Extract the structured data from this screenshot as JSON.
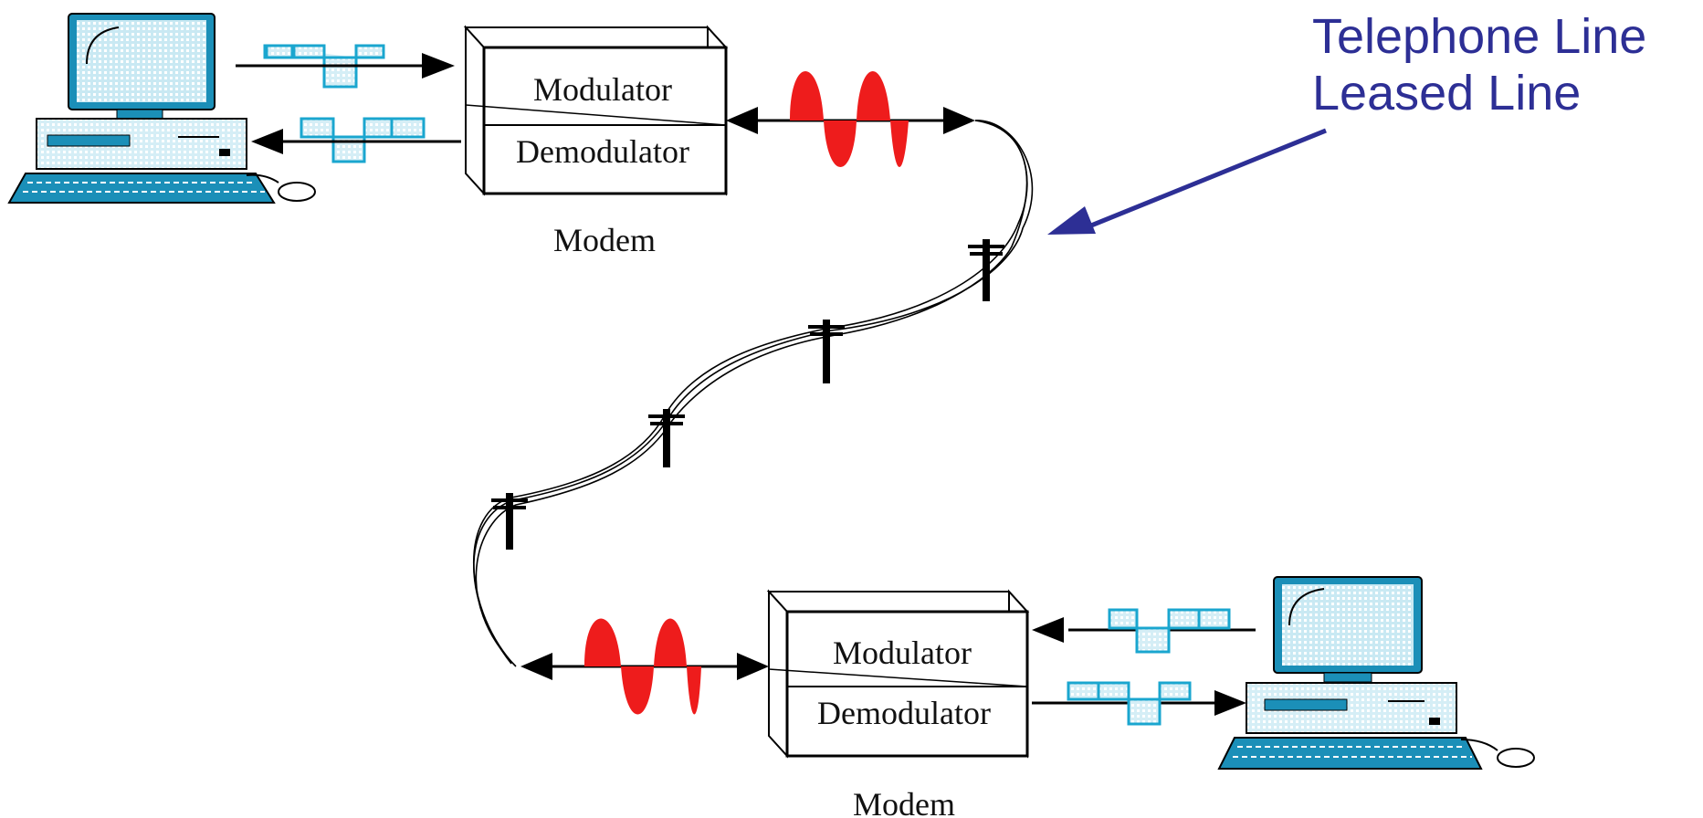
{
  "callout": {
    "line1": "Telephone Line",
    "line2": "Leased Line"
  },
  "modem_top": {
    "modulator_label": "Modulator",
    "demodulator_label": "Demodulator",
    "caption": "Modem"
  },
  "modem_bottom": {
    "modulator_label": "Modulator",
    "demodulator_label": "Demodulator",
    "caption": "Modem"
  },
  "colors": {
    "digital_signal": "#1aa6cf",
    "analog_signal": "#ee1c1c",
    "callout_text": "#2d2f95",
    "computer_accent": "#1b8fb8"
  },
  "icons": [
    "computer-icon",
    "modem-icon",
    "telephone-pole-icon",
    "digital-signal-icon",
    "analog-signal-icon"
  ]
}
